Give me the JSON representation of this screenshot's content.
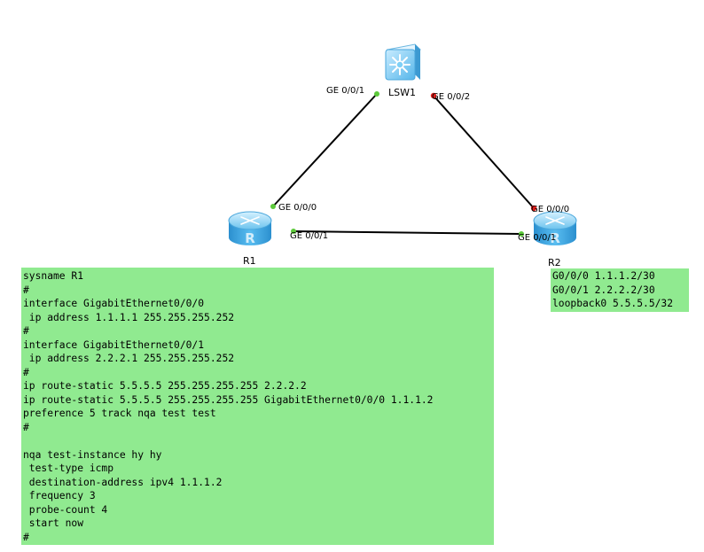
{
  "devices": {
    "lsw1": {
      "label": "LSW1",
      "icon": "switch-icon"
    },
    "r1": {
      "label": "R1",
      "icon": "router-icon"
    },
    "r2": {
      "label": "R2",
      "icon": "router-icon"
    }
  },
  "links": [
    {
      "name": "link-lsw1-r1",
      "a_port": "GE 0/0/1",
      "b_port": "GE 0/0/0",
      "a_status": "up",
      "b_status": "up"
    },
    {
      "name": "link-lsw1-r2",
      "a_port": "GE 0/0/2",
      "b_port": "GE 0/0/0",
      "a_status": "down",
      "b_status": "down"
    },
    {
      "name": "link-r1-r2",
      "a_port": "GE 0/0/1",
      "b_port": "GE 0/0/1",
      "a_status": "up",
      "b_status": "up"
    }
  ],
  "colors": {
    "port_up": "#5cc93a",
    "port_down": "#e0201c",
    "note_bg": "#90ea90",
    "device_blue": "#3fa9e0"
  },
  "r1_config": [
    "sysname R1",
    "#",
    "interface GigabitEthernet0/0/0",
    " ip address 1.1.1.1 255.255.255.252",
    "#",
    "interface GigabitEthernet0/0/1",
    " ip address 2.2.2.1 255.255.255.252",
    "#",
    "ip route-static 5.5.5.5 255.255.255.255 2.2.2.2",
    "ip route-static 5.5.5.5 255.255.255.255 GigabitEthernet0/0/0 1.1.1.2",
    "preference 5 track nqa test test",
    "#",
    "",
    "nqa test-instance hy hy",
    " test-type icmp",
    " destination-address ipv4 1.1.1.2",
    " frequency 3",
    " probe-count 4",
    " start now",
    "#"
  ],
  "r2_config": [
    "G0/0/0 1.1.1.2/30",
    "G0/0/1 2.2.2.2/30",
    "loopback0 5.5.5.5/32"
  ]
}
